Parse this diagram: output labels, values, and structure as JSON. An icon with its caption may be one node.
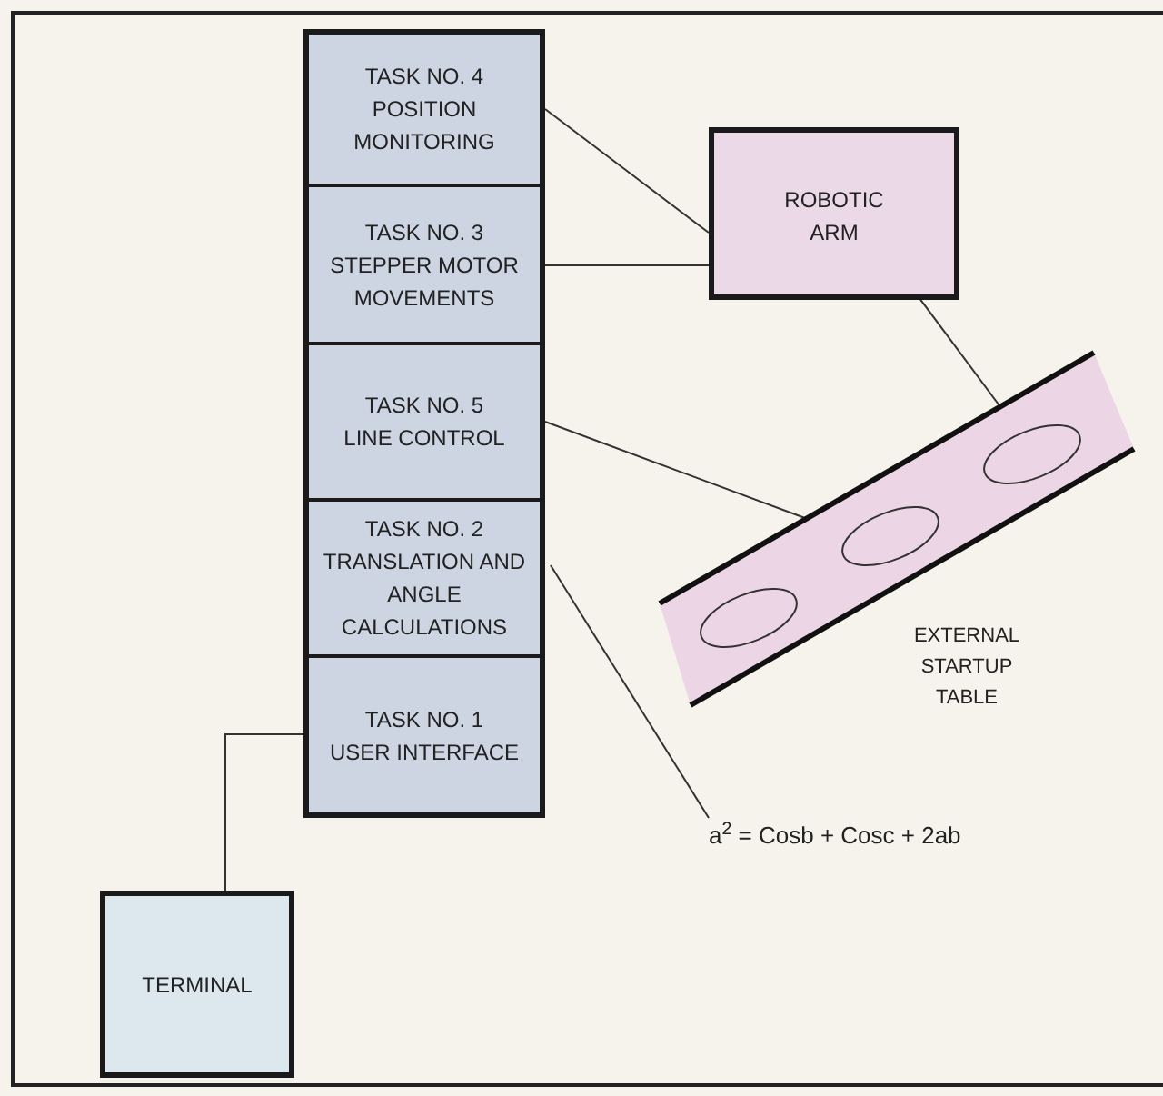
{
  "diagram": {
    "nodes": [
      {
        "text": [
          "TASK NO. 4",
          "POSITION MONITORING"
        ]
      },
      {
        "text": [
          "TASK NO. 3",
          "STEPPER MOTOR MOVEMENTS"
        ]
      },
      {
        "text": [
          "TASK NO. 5",
          "LINE CONTROL"
        ]
      },
      {
        "text": [
          "TASK NO. 2",
          "TRANSLATION AND ANGLE CALCULATIONS"
        ]
      },
      {
        "text": [
          "TASK NO. 1",
          "USER INTERFACE"
        ]
      },
      {
        "text": [
          "ROBOTIC ARM"
        ]
      },
      {
        "text": [
          "EXTERNAL STARTUP TABLE"
        ]
      },
      {
        "text": [
          "a$^{2}$ = Cosb + Cosc + 2ab"
        ]
      },
      {
        "text": [
          "TERMINAL"
        ]
      }
    ],
    "edges": [
      {
        "from": 0,
        "to": 5,
        "arrow": "none"
      },
      {
        "from": 1,
        "to": 5,
        "arrow": "none"
      },
      {
        "from": 2,
        "to": 6,
        "arrow": "none"
      },
      {
        "from": 5,
        "to": 6,
        "arrow": "none"
      },
      {
        "from": 3,
        "to": 7,
        "arrow": "none"
      },
      {
        "from": 4,
        "to": 8,
        "arrow": "none"
      }
    ]
  }
}
